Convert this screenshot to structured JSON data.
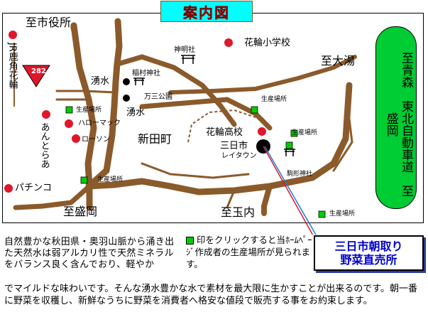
{
  "header": {
    "title": "案内図"
  },
  "map": {
    "labels": {
      "city_hall": "至市役所",
      "jr_line": "JR鹿角花輪",
      "route_number": "282",
      "wakimizu_1": "湧水",
      "wakimizu_2": "湧水",
      "inari_shrine": "稲村神社",
      "manzou_park": "万三公園",
      "shinmei_shrine": "神明社",
      "hanawa_elementary": "花輪小学校",
      "to_oyu": "至大湯",
      "production_site_1": "生産場所",
      "production_site_2": "生産場所",
      "production_site_3": "生産場所",
      "production_site_4": "生産場所",
      "production_site_5": "生産場所",
      "hello_mac": "ハローマック",
      "lawson": "ローソン",
      "antoraa": "あんとらあ",
      "shinden_town": "新田町",
      "hanawa_high": "花輪高校",
      "mikkaichi": "三日市",
      "ray_town": "レイタウン",
      "komagata_shrine": "駒形神社",
      "pachinko": "パチンコ",
      "to_morioka_left": "至盛岡",
      "to_tamauchi": "至玉内"
    },
    "expressway": "至青森　東北自動車道　至盛岡"
  },
  "callout": {
    "line1": "三日市朝取り",
    "line2": "野菜直売所"
  },
  "legend": {
    "text": "印をクリックすると当ﾎｰﾑﾍﾟｰｼﾞ作成者の生産場所が見られます。"
  },
  "description": {
    "part1": "自然豊かな秋田県・奥羽山脈から涌き出た天然水は弱アルカリ性で天然ミネラルをバランス良く含んでおり、軽やか",
    "part2": "でマイルドな味わいです。そんな湧水豊かな水で素材を最大限に生かすことが出来るのです。朝一番に野菜を収穫し、新鮮なうちに野菜を消費者へ格安な値段で販売する事をお約束します。"
  },
  "colors": {
    "road": "#8b5a2b",
    "banner_bg": "#00ffff",
    "banner_text": "#ff0000",
    "expressway": "#00cc33",
    "callout_text": "#0000cc",
    "production_marker": "#00cc00",
    "landmark_dot": "#e0162b"
  }
}
